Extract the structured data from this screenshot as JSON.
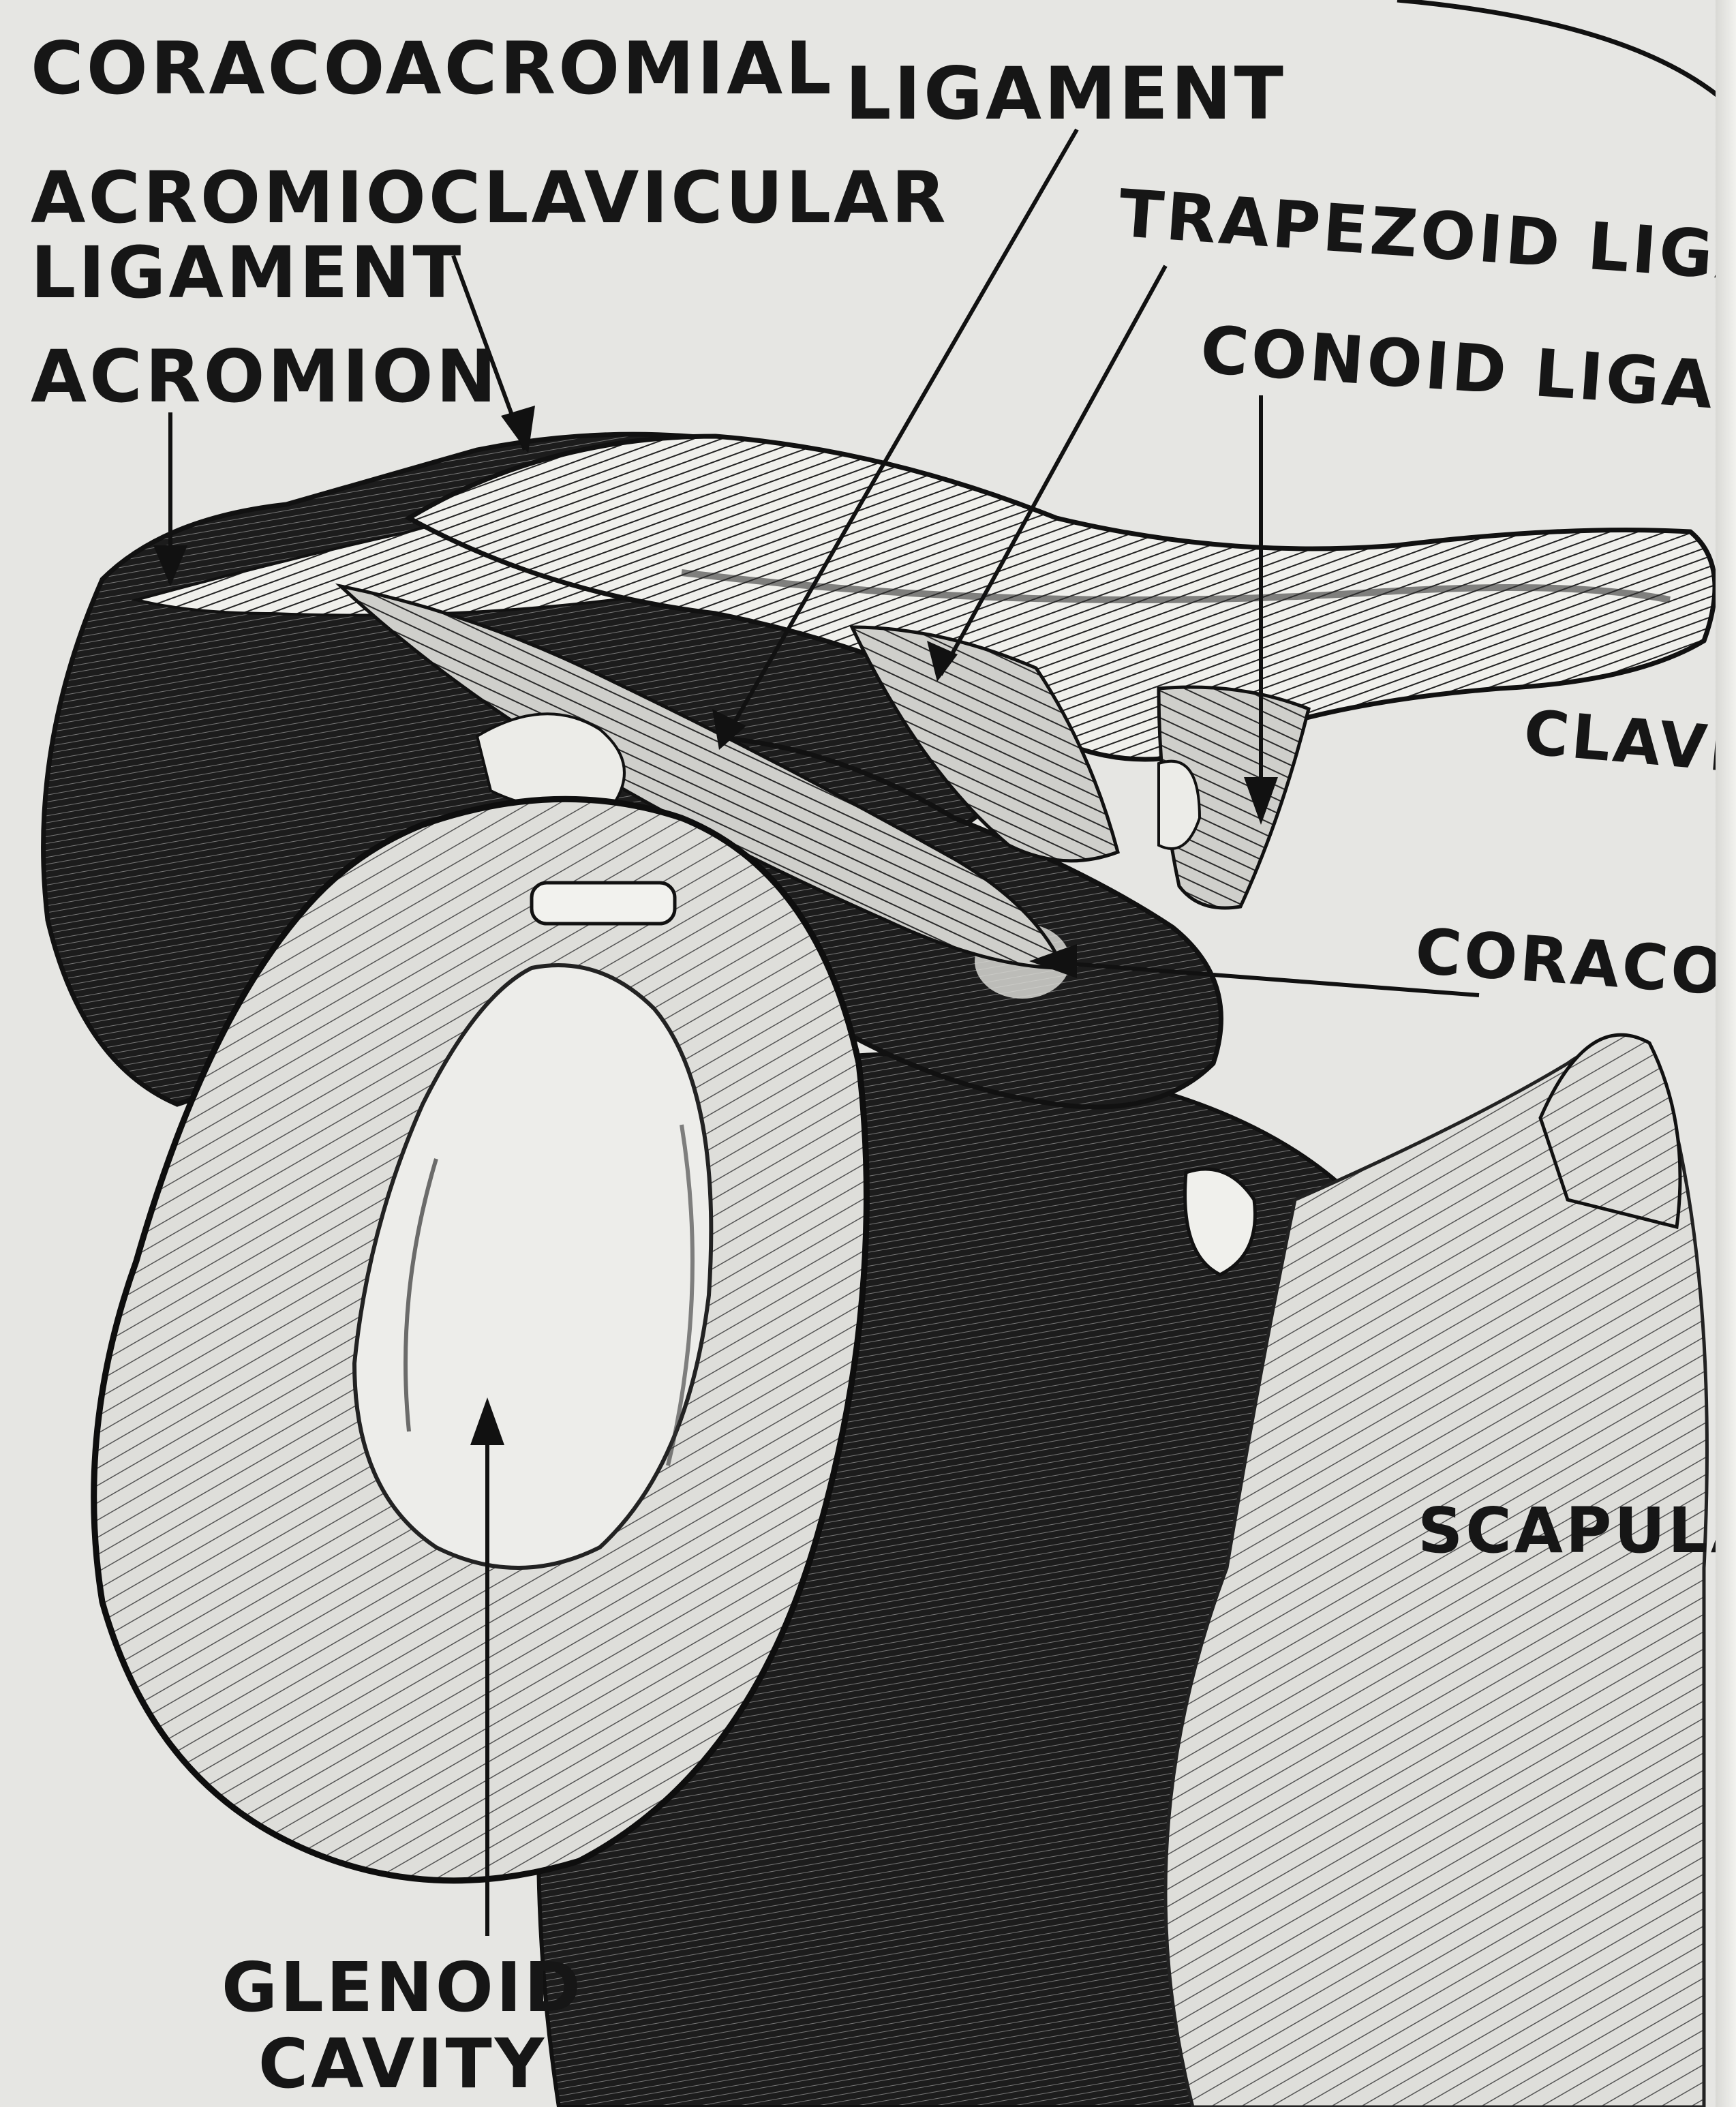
{
  "labels": {
    "coracoacromial_a": "CORACOACROMIAL",
    "coracoacromial_b": "LIGAMENT",
    "acromioclavicular_line1": "ACROMIOCLAVICULAR",
    "acromioclavicular_line2": "LIGAMENT",
    "acromion": "ACROMION",
    "trapezoid": "TRAPEZOID LIGAMENT",
    "conoid": "CONOID LIGAMENT",
    "clavicle": "CLAVICLE",
    "coracoid": "CORACOID",
    "scapula": "SCAPULA",
    "glenoid_line1": "GLENOID",
    "glenoid_line2": "CAVITY"
  },
  "colors": {
    "paper": "#e6e6e3",
    "ink": "#161616",
    "shade": "#3a3a3a"
  }
}
